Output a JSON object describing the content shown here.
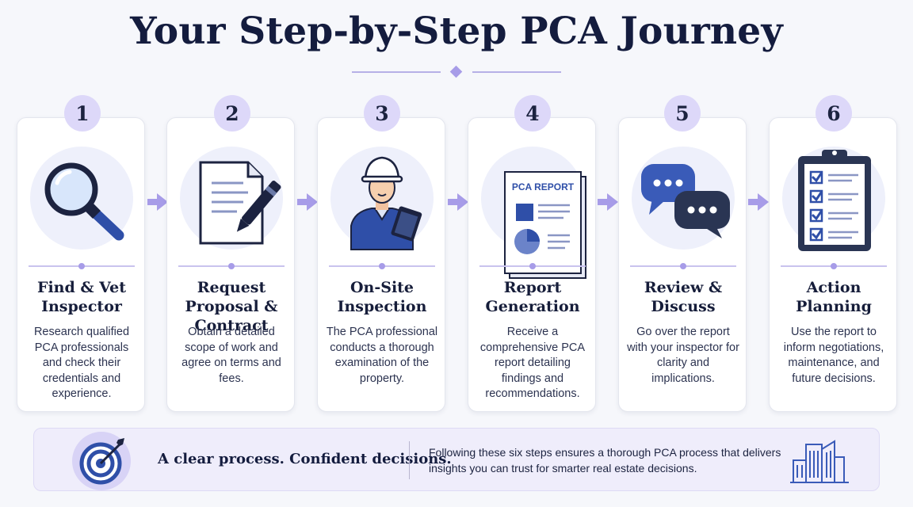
{
  "title": "Your Step-by-Step PCA Journey",
  "steps": [
    {
      "number": "1",
      "title": "Find & Vet Inspector",
      "description": "Research qualified PCA professionals and check their credentials and experience.",
      "icon": "magnifying-glass-icon"
    },
    {
      "number": "2",
      "title": "Request Proposal & Contract",
      "description": "Obtain a detailed scope of work and agree on terms and fees.",
      "icon": "document-pen-icon"
    },
    {
      "number": "3",
      "title": "On-Site Inspection",
      "description": "The PCA professional conducts a thorough examination of the property.",
      "icon": "inspector-icon"
    },
    {
      "number": "4",
      "title": "Report Generation",
      "description": "Receive a comprehensive PCA report detailing findings and recommendations.",
      "icon": "report-icon",
      "report_label": "PCA REPORT"
    },
    {
      "number": "5",
      "title": "Review & Discuss",
      "description": "Go over the report with your inspector for clarity and implications.",
      "icon": "chat-bubbles-icon"
    },
    {
      "number": "6",
      "title": "Action Planning",
      "description": "Use the report to inform negotiations, maintenance, and future decisions.",
      "icon": "checklist-clipboard-icon"
    }
  ],
  "banner": {
    "tagline": "A clear process. Confident decisions.",
    "description": "Following these six steps ensures a thorough PCA process that delivers insights you can trust for smarter real estate decisions.",
    "left_icon": "target-icon",
    "right_icon": "city-buildings-icon"
  },
  "colors": {
    "accent": "#a79ce8",
    "navy": "#141c3e",
    "blue": "#2f4fa8",
    "badge": "#ddd8f9"
  }
}
